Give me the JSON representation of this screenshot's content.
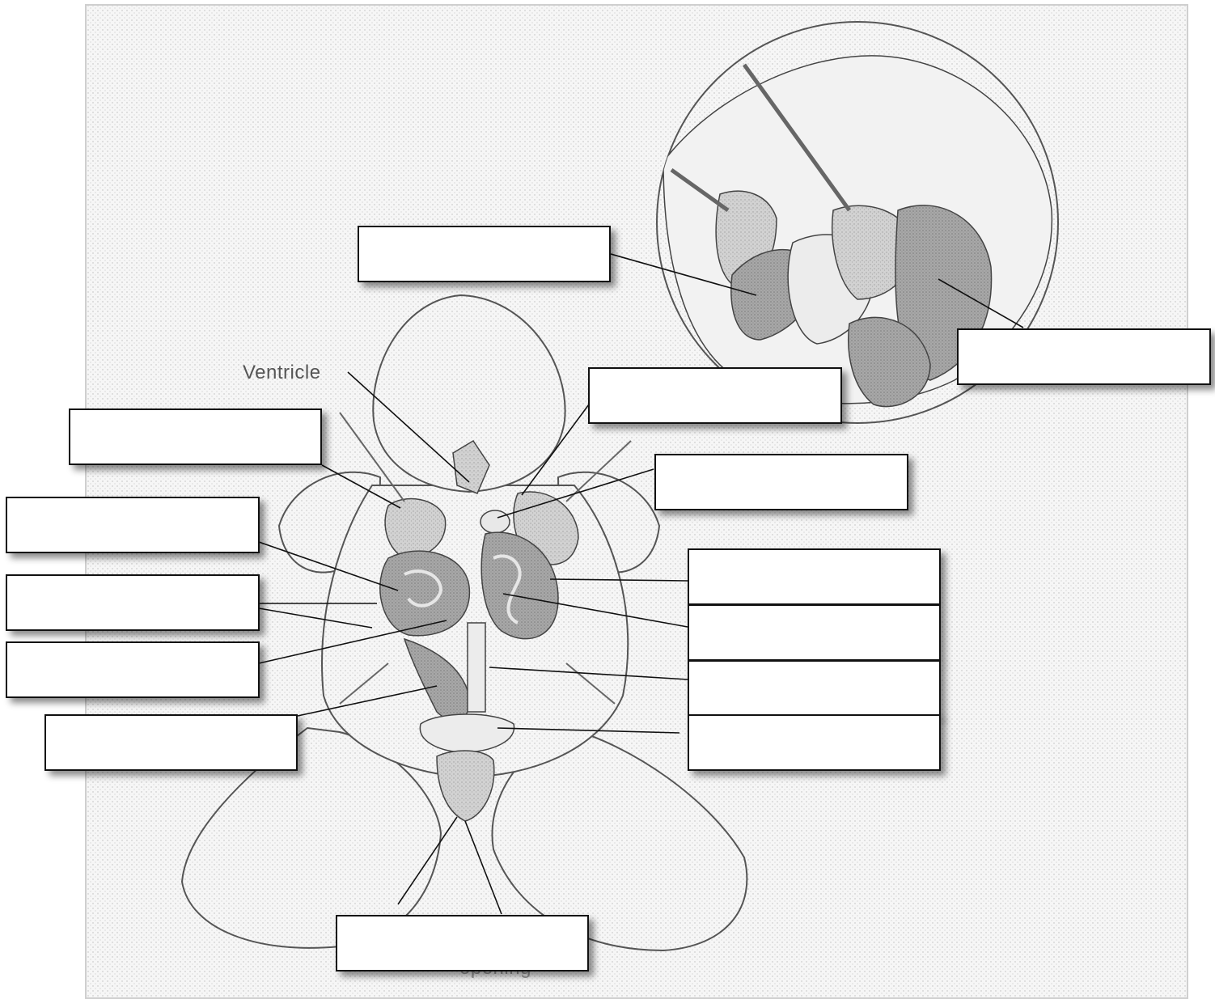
{
  "diagram": {
    "printed_labels": {
      "ventricle": "Ventricle",
      "opening_partial": "opening"
    },
    "answer_boxes": [
      {
        "id": "box-inset-top",
        "text": ""
      },
      {
        "id": "box-inset-right",
        "text": ""
      },
      {
        "id": "box-center-top",
        "text": ""
      },
      {
        "id": "box-left-1",
        "text": ""
      },
      {
        "id": "box-right-1",
        "text": ""
      },
      {
        "id": "box-left-2",
        "text": ""
      },
      {
        "id": "box-left-3",
        "text": ""
      },
      {
        "id": "box-left-4",
        "text": ""
      },
      {
        "id": "box-left-5",
        "text": ""
      },
      {
        "id": "box-right-2",
        "text": ""
      },
      {
        "id": "box-right-3",
        "text": ""
      },
      {
        "id": "box-right-4",
        "text": ""
      },
      {
        "id": "box-right-5",
        "text": ""
      },
      {
        "id": "box-bottom",
        "text": ""
      }
    ],
    "colors": {
      "outline": "#333333",
      "stipple_bg": "#f1f1f1",
      "organ_light": "#dcdcdc",
      "organ_mid": "#b8b8b8",
      "organ_dark": "#9a9a9a",
      "box_border": "#111111"
    }
  }
}
